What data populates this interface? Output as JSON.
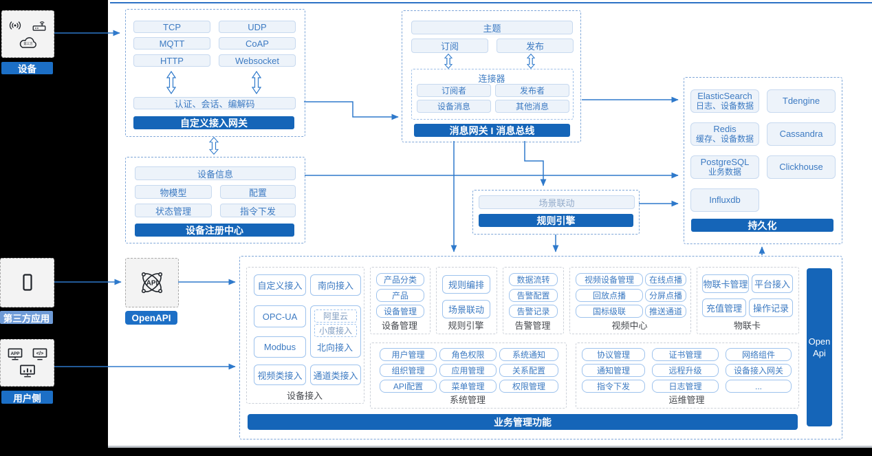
{
  "colors": {
    "accent": "#1c6fc6",
    "bar_blue": "#1565b8",
    "arrow_blue": "#2e79cb",
    "pill_text": "#3c7ac2"
  },
  "left_rail": {
    "device": {
      "label": "设备",
      "icons": [
        "signal-icon",
        "router-icon",
        "cloud-icon"
      ]
    },
    "third_party": {
      "label": "第三方应用",
      "icons": [
        "phone-icon"
      ]
    },
    "user_side": {
      "label": "用户侧",
      "icons": [
        "app-icon",
        "code-icon",
        "chart-icon"
      ]
    },
    "openapi": {
      "label": "OpenAPI",
      "icons": [
        "api-network-icon"
      ]
    }
  },
  "gateway": {
    "protocols": [
      "TCP",
      "UDP",
      "MQTT",
      "CoAP",
      "HTTP",
      "Websocket"
    ],
    "middleware": "认证、会话、编解码",
    "title": "自定义接入网关"
  },
  "registry": {
    "info": "设备信息",
    "items": [
      "物模型",
      "配置",
      "状态管理",
      "指令下发"
    ],
    "title": "设备注册中心"
  },
  "message_bus": {
    "topic": "主题",
    "subscribe": "订阅",
    "publish": "发布",
    "connector_title": "连接器",
    "connector_items": [
      "订阅者",
      "发布者",
      "设备消息",
      "其他消息"
    ],
    "title": "消息网关 I 消息总线"
  },
  "persistence": {
    "stores": [
      {
        "name": "ElasticSearch",
        "sub": "日志、设备数据"
      },
      {
        "name": "Tdengine",
        "sub": ""
      },
      {
        "name": "Redis",
        "sub": "缓存、设备数据"
      },
      {
        "name": "Cassandra",
        "sub": ""
      },
      {
        "name": "PostgreSQL",
        "sub": "业务数据"
      },
      {
        "name": "Clickhouse",
        "sub": ""
      },
      {
        "name": "Influxdb",
        "sub": ""
      }
    ],
    "title": "持久化"
  },
  "rule_engine": {
    "scene": "场景联动",
    "title": "规则引擎"
  },
  "business": {
    "title": "业务管理功能",
    "open_api": "Open\nApi",
    "device_access": {
      "label": "设备接入",
      "custom": "自定义接入",
      "south": "南向接入",
      "opcua": "OPC-UA",
      "aliyun": "阿里云",
      "xiaodu": "小度接入",
      "north": "北向接入",
      "modbus": "Modbus",
      "video": "视频类接入",
      "channel": "通道类接入"
    },
    "device_mgmt": {
      "label": "设备管理",
      "items": [
        "产品分类",
        "产品",
        "设备管理"
      ]
    },
    "rules": {
      "label": "规则引擎",
      "items": [
        "规则编排",
        "场景联动"
      ]
    },
    "alarm": {
      "label": "告警管理",
      "items": [
        "数据流转",
        "告警配置",
        "告警记录"
      ]
    },
    "video": {
      "label": "视频中心",
      "items": [
        "视频设备管理",
        "在线点播",
        "回放点播",
        "分屏点播",
        "国标级联",
        "推送通道"
      ]
    },
    "iot_card": {
      "label": "物联卡",
      "items": [
        "物联卡管理",
        "平台接入",
        "充值管理",
        "操作记录"
      ]
    },
    "system": {
      "label": "系统管理",
      "items": [
        "用户管理",
        "角色权限",
        "系统通知",
        "组织管理",
        "应用管理",
        "关系配置",
        "API配置",
        "菜单管理",
        "权限管理"
      ]
    },
    "ops": {
      "label": "运维管理",
      "items": [
        "协议管理",
        "证书管理",
        "网络组件",
        "通知管理",
        "远程升级",
        "设备接入网关",
        "指令下发",
        "日志管理",
        "..."
      ]
    }
  }
}
